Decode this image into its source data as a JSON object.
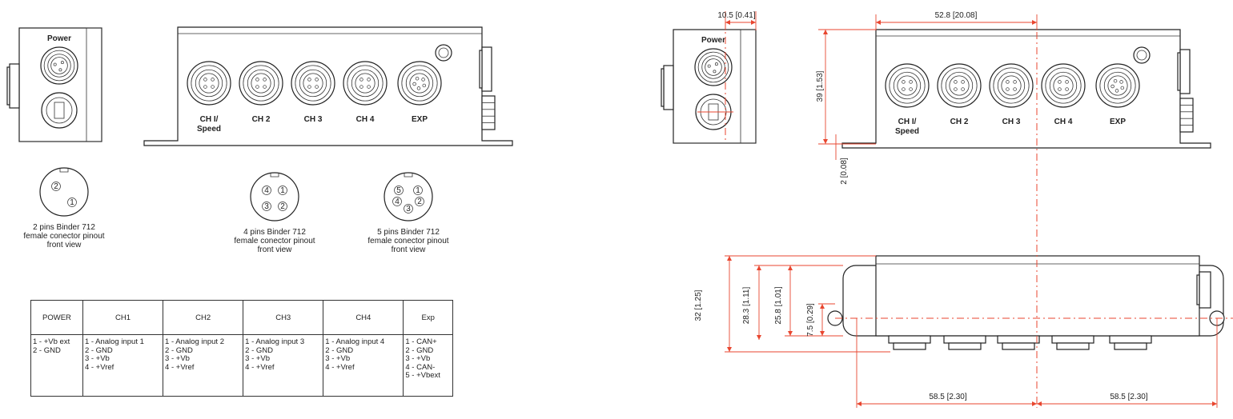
{
  "power_label": "Power",
  "connector_labels": [
    [
      "CH I/",
      "Speed"
    ],
    [
      "CH 2"
    ],
    [
      "CH 3"
    ],
    [
      "CH 4"
    ],
    [
      "EXP"
    ]
  ],
  "pinouts": [
    {
      "lines": [
        "2 pins Binder 712",
        "female conector pinout",
        "front view"
      ],
      "pins": [
        "2",
        "1"
      ]
    },
    {
      "lines": [
        "4 pins Binder 712",
        "female conector pinout",
        "front view"
      ],
      "pins": [
        "4",
        "1",
        "3",
        "2"
      ]
    },
    {
      "lines": [
        "5 pins Binder 712",
        "female conector pinout",
        "front view"
      ],
      "pins": [
        "5",
        "1",
        "4",
        "2",
        "3"
      ]
    }
  ],
  "table": {
    "headers": [
      "POWER",
      "CH1",
      "CH2",
      "CH3",
      "CH4",
      "Exp"
    ],
    "rows": [
      [
        "1 - +Vb ext",
        "2 - GND"
      ],
      [
        "1 - Analog input 1",
        "2 - GND",
        "3 - +Vb",
        "4 - +Vref"
      ],
      [
        "1 - Analog input 2",
        "2 - GND",
        "3 - +Vb",
        "4 - +Vref"
      ],
      [
        "1 - Analog input 3",
        "2 - GND",
        "3 - +Vb",
        "4 - +Vref"
      ],
      [
        "1 - Analog input 4",
        "2 - GND",
        "3 - +Vb",
        "4 - +Vref"
      ],
      [
        "1 - CAN+",
        "2 - GND",
        "3 - +Vb",
        "4 - CAN-",
        "5 - +Vbext"
      ]
    ]
  },
  "dimensions": {
    "side_width": "10.5 [0.41]",
    "top_width": "52.8 [20.08]",
    "height": "39 [1.53]",
    "flange": "2 [0.08]",
    "total_depth": "32 [1.25]",
    "body_depth": "28.3 [1.11]",
    "inner_depth": "25.8 [1.01]",
    "hole_offset": "7.5 [0.29]",
    "half_left": "58.5 [2.30]",
    "half_right": "58.5 [2.30]"
  },
  "colors": {
    "dimension": "#e8462f",
    "outline": "#222222"
  }
}
